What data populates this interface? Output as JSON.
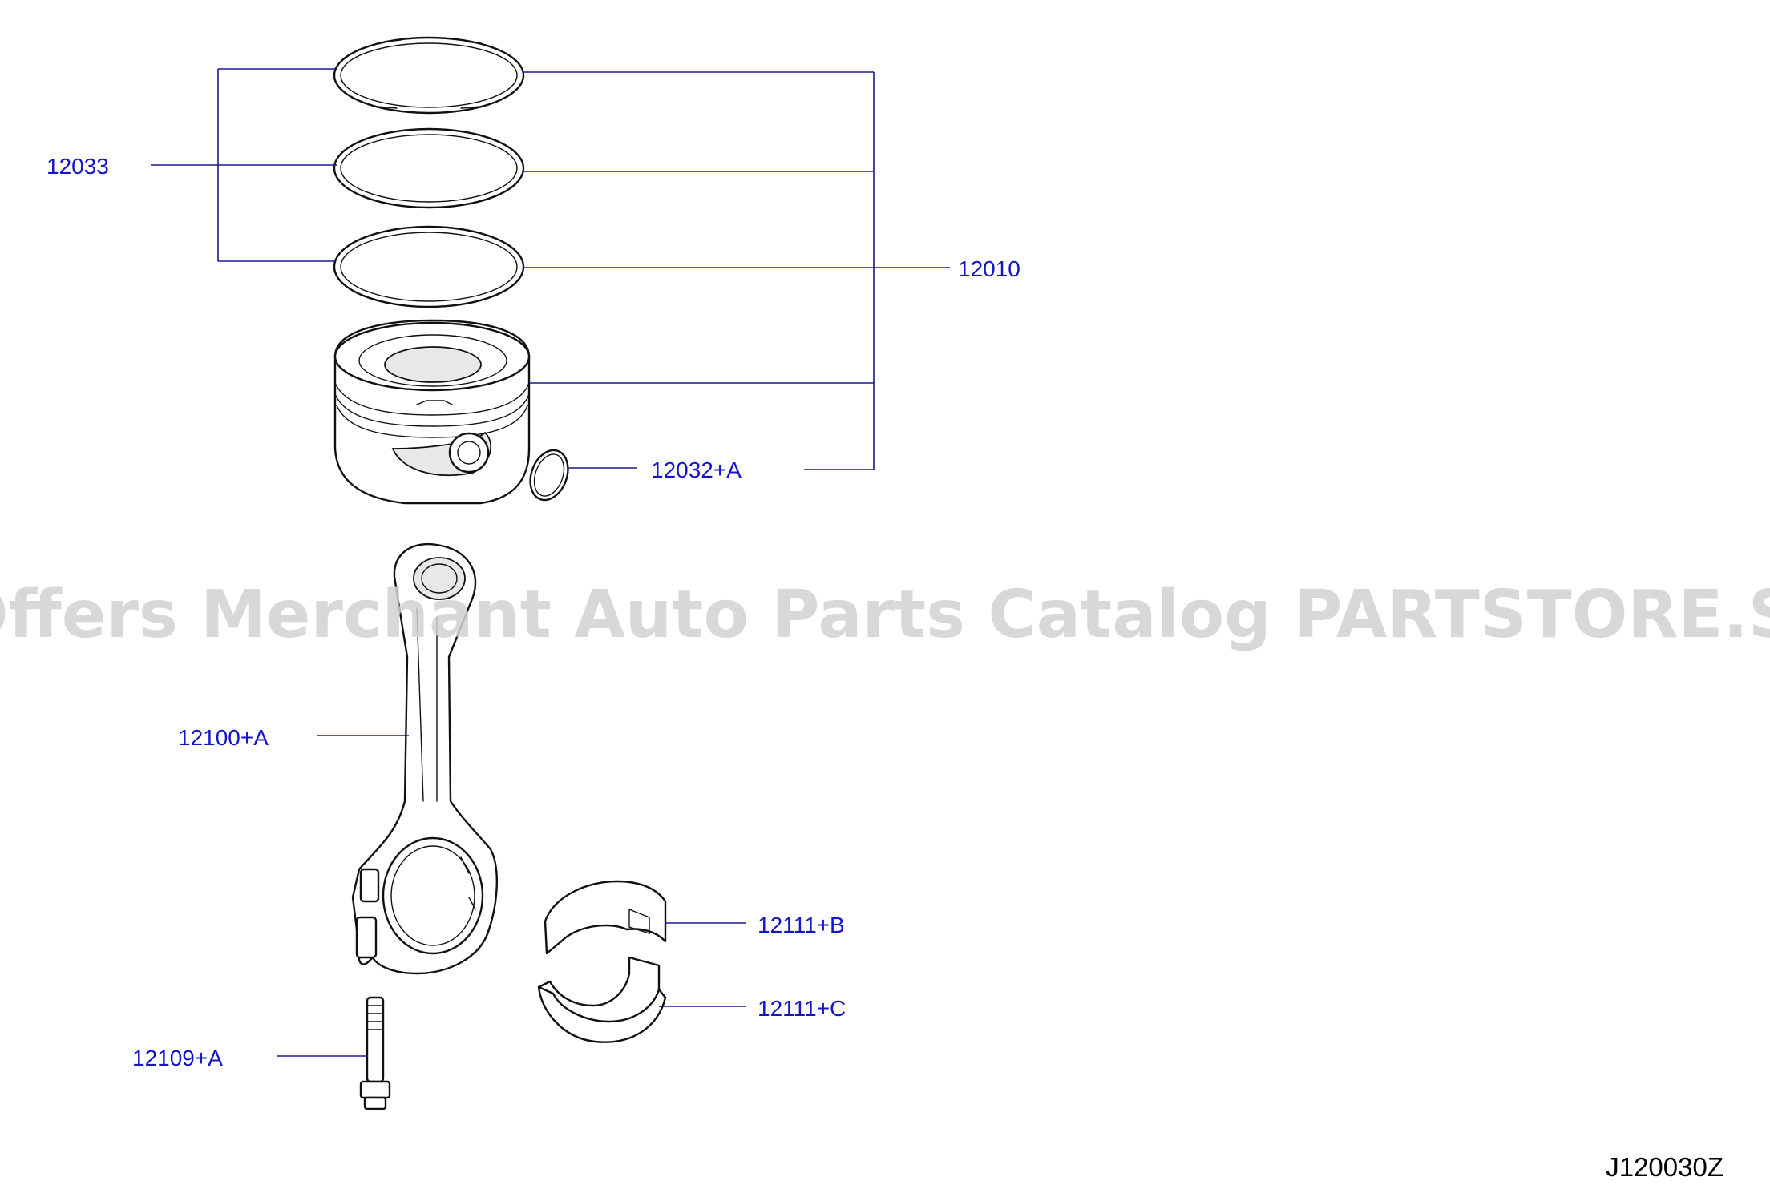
{
  "callouts": [
    {
      "id": "12033",
      "label": "12033"
    },
    {
      "id": "12010",
      "label": "12010"
    },
    {
      "id": "12032A",
      "label": "12032+A"
    },
    {
      "id": "12100A",
      "label": "12100+A"
    },
    {
      "id": "12111B",
      "label": "12111+B"
    },
    {
      "id": "12111C",
      "label": "12111+C"
    },
    {
      "id": "12109A",
      "label": "12109+A"
    }
  ],
  "watermark": "Offers Merchant Auto Parts Catalog PARTSTORE.SA",
  "diagram_code": "J120030Z",
  "colors": {
    "label": "#1515c8",
    "leader": "#1a1a8a",
    "watermark": "#d2d2d2"
  }
}
